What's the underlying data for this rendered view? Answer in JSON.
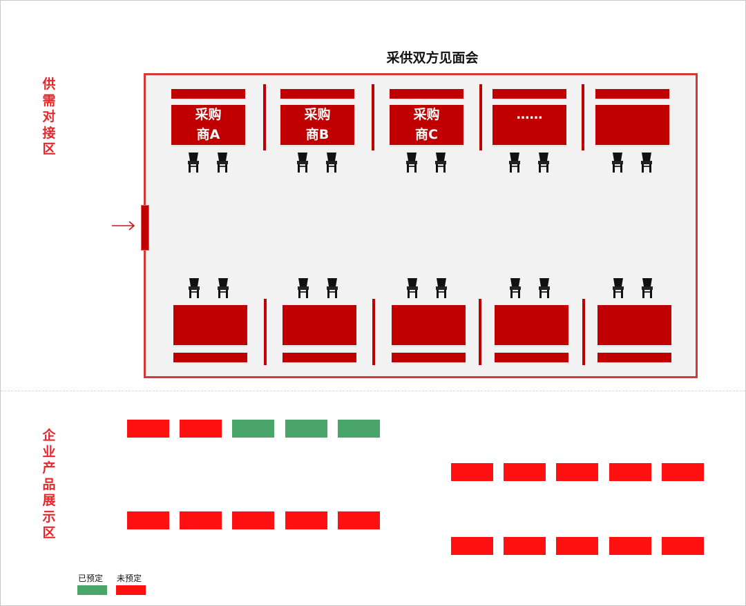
{
  "zones": {
    "supply_demand_label": "供需对接区",
    "exhibition_label": "企业产品展示区"
  },
  "hall": {
    "title": "采供双方见面会",
    "top_tables": [
      {
        "line1": "采购",
        "line2": "商A"
      },
      {
        "line1": "采购",
        "line2": "商B"
      },
      {
        "line1": "采购",
        "line2": "商C"
      },
      {
        "line1": "……",
        "line2": ""
      },
      {
        "line1": "",
        "line2": ""
      }
    ],
    "bottom_tables": 5
  },
  "legend": {
    "booked_label": "已预定",
    "unbooked_label": "未预定",
    "booked_color": "#4aa56a",
    "unbooked_color": "#ff1111"
  },
  "booths": {
    "row1": [
      "unbooked",
      "unbooked",
      "booked",
      "booked",
      "booked"
    ],
    "row2": [
      "unbooked",
      "unbooked",
      "unbooked",
      "unbooked",
      "unbooked"
    ],
    "row3": [
      "unbooked",
      "unbooked",
      "unbooked",
      "unbooked",
      "unbooked"
    ],
    "row4": [
      "unbooked",
      "unbooked",
      "unbooked",
      "unbooked",
      "unbooked"
    ]
  },
  "icons": {
    "chair": "chair-icon",
    "entrance": "arrow-right-icon"
  }
}
